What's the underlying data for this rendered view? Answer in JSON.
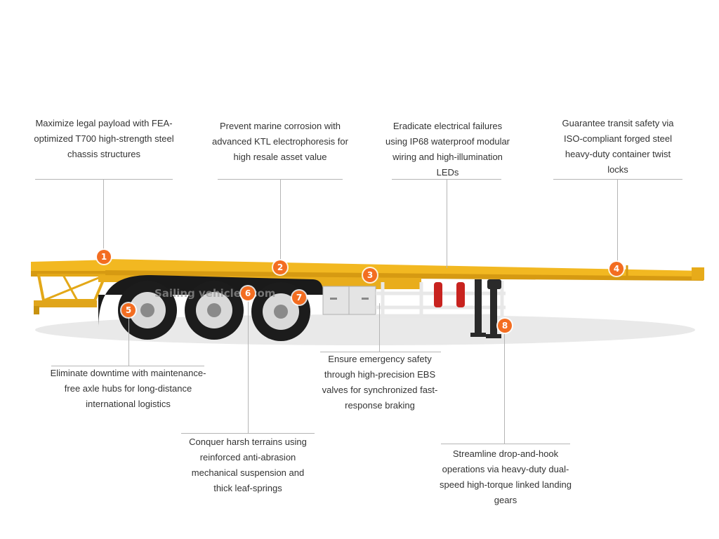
{
  "colors": {
    "marker": "#f36d21",
    "frame": "#f2b821",
    "frame_dark": "#d69a12",
    "tire": "#1c1c1c",
    "rim": "#d9d9d9"
  },
  "trailer": {
    "watermark": "Sailing vehicles.com"
  },
  "callouts": [
    {
      "number": "1",
      "text": "Maximize legal payload with FEA-optimized T700 high-strength steel chassis structures"
    },
    {
      "number": "2",
      "text": "Prevent marine corrosion with advanced KTL electrophoresis for high resale asset value"
    },
    {
      "number": "3",
      "text": "Eradicate electrical failures using IP68 waterproof modular wiring and high-illumination LEDs"
    },
    {
      "number": "4",
      "text": "Guarantee transit safety via ISO-compliant forged steel heavy-duty container twist locks"
    },
    {
      "number": "5",
      "text": "Eliminate downtime with maintenance-free axle hubs for long-distance international logistics"
    },
    {
      "number": "6",
      "text": "Conquer harsh terrains using reinforced anti-abrasion mechanical suspension and thick leaf-springs"
    },
    {
      "number": "7",
      "text": "Ensure emergency safety through high-precision EBS valves for synchronized fast-response braking"
    },
    {
      "number": "8",
      "text": "Streamline drop-and-hook operations via heavy-duty dual-speed high-torque linked landing gears"
    }
  ]
}
